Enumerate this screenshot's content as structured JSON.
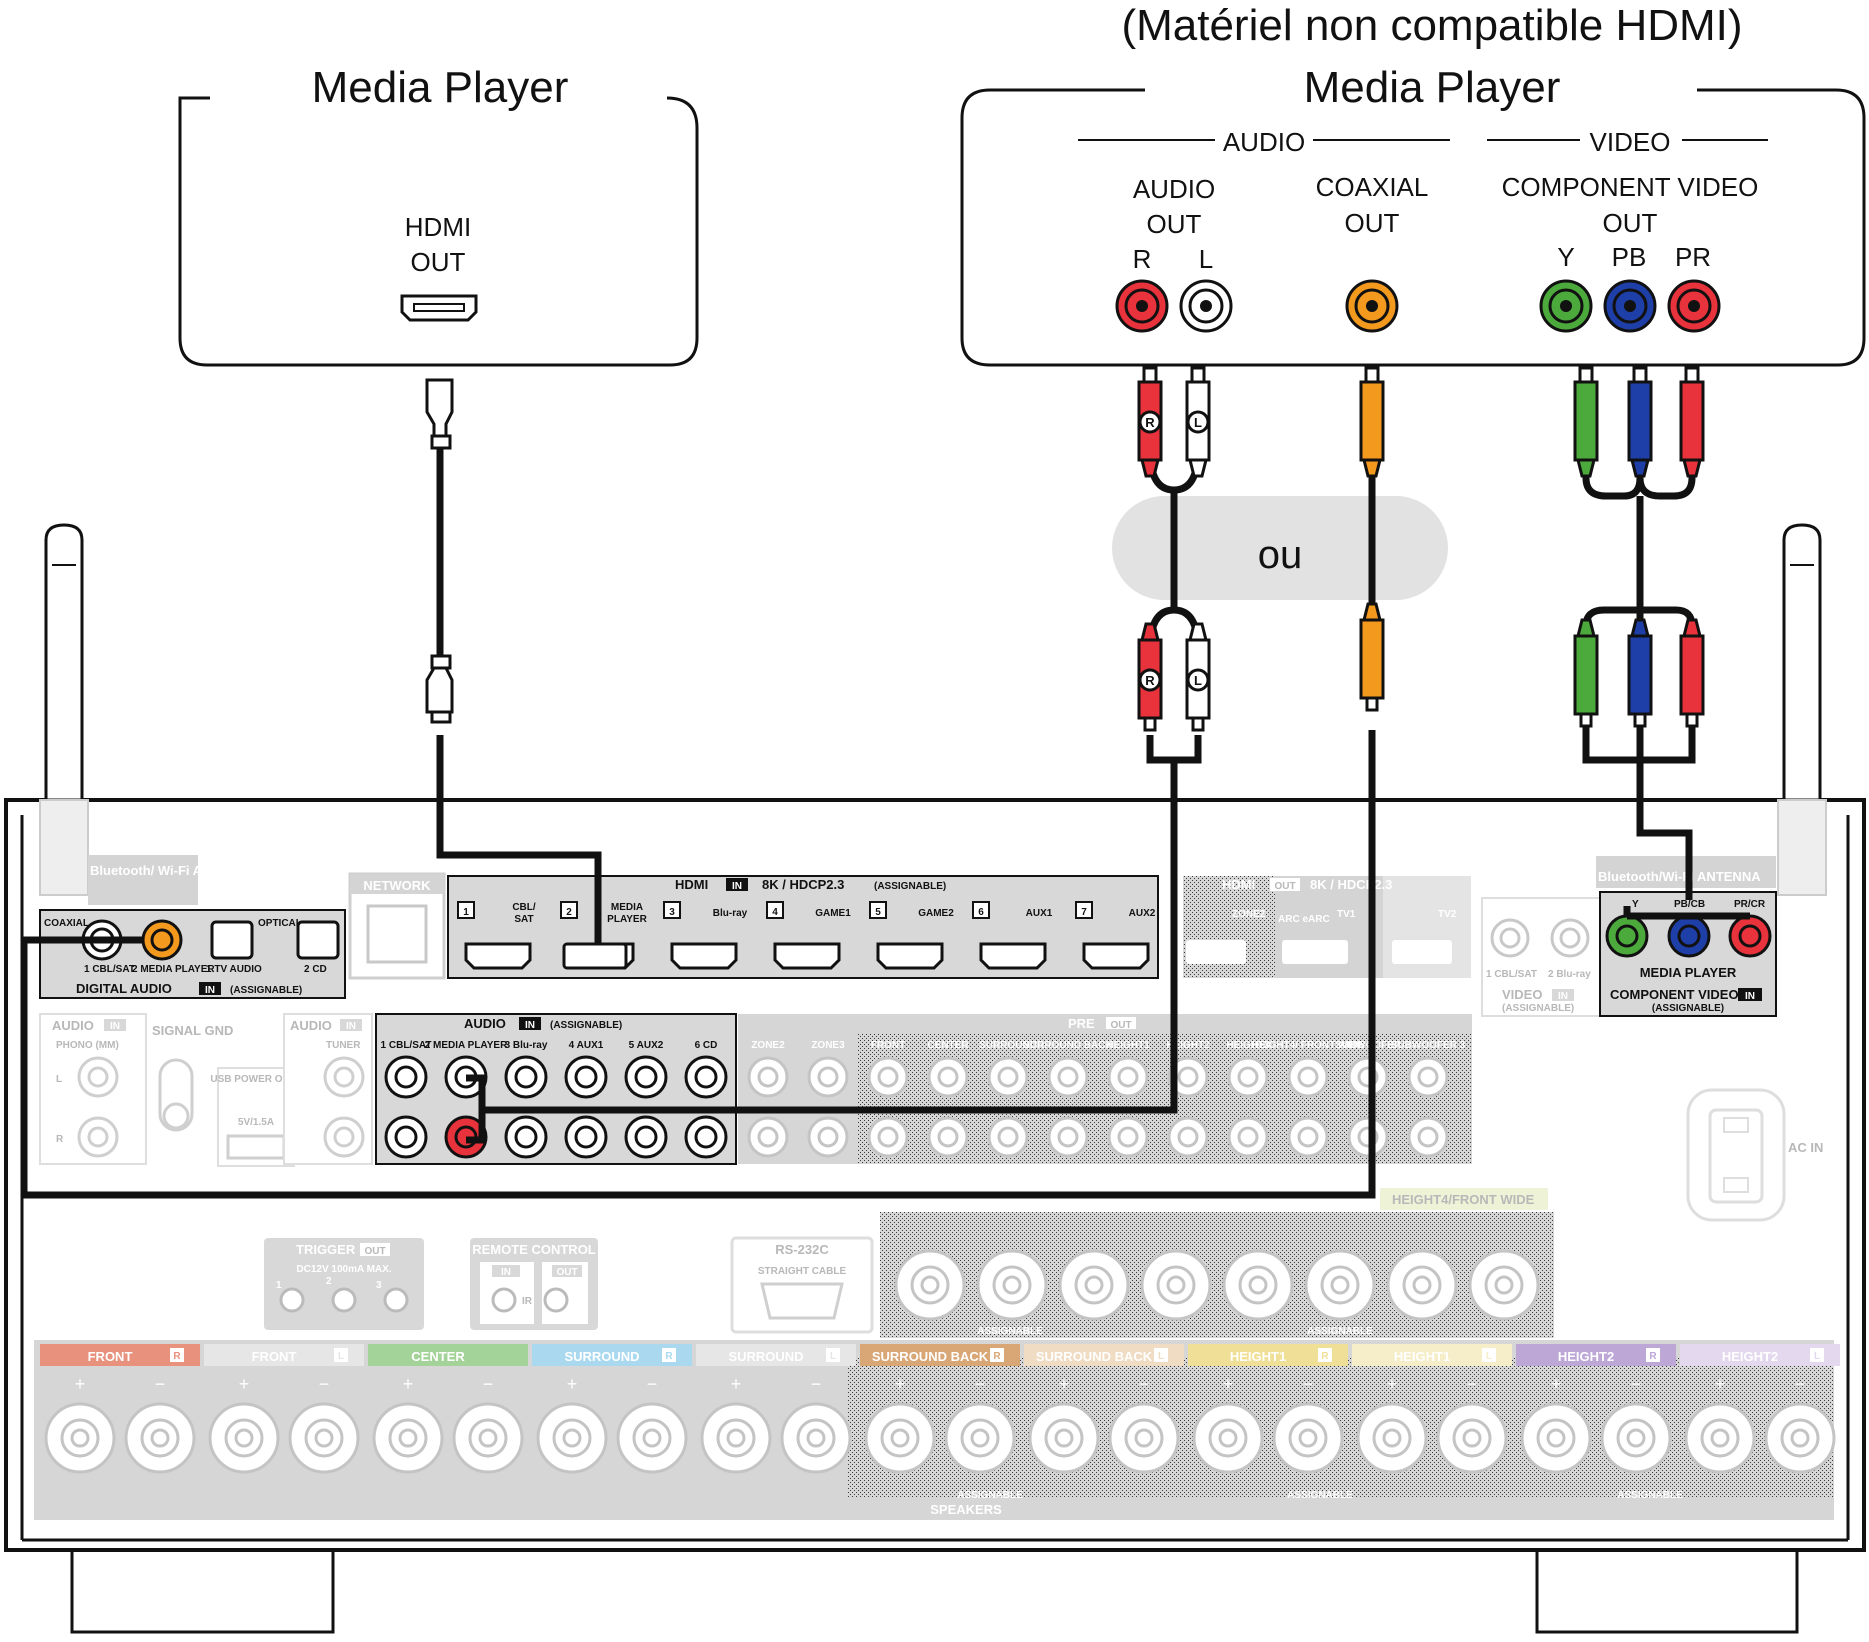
{
  "title_note": "(Matériel non compatible HDMI)",
  "devices": {
    "left": {
      "title": "Media Player",
      "port_line1": "HDMI",
      "port_line2": "OUT"
    },
    "right": {
      "title": "Media Player",
      "audio_group": "AUDIO",
      "video_group": "VIDEO",
      "audio_out_line1": "AUDIO",
      "audio_out_line2": "OUT",
      "ch_r": "R",
      "ch_l": "L",
      "coaxial_line1": "COAXIAL",
      "coaxial_line2": "OUT",
      "component_line1": "COMPONENT VIDEO",
      "component_line2": "OUT",
      "y": "Y",
      "pb": "PB",
      "pr": "PR"
    }
  },
  "or_label": "ou",
  "plug_labels": {
    "r": "R",
    "l": "L"
  },
  "receiver": {
    "bt_antenna_left": "Bluetooth/ Wi-Fi ANTENNA",
    "bt_antenna_right": "Bluetooth/Wi-Fi ANTENNA",
    "network": "NETWORK",
    "digital_audio": {
      "coaxial": "COAXIAL",
      "optical": "OPTICAL",
      "in1": "1 CBL/SAT",
      "in2": "2 MEDIA PLAYER",
      "in3": "1 TV AUDIO",
      "in4": "2 CD",
      "title": "DIGITAL AUDIO",
      "badge": "IN",
      "assign": "(ASSIGNABLE)"
    },
    "hdmi_in": {
      "title": "HDMI",
      "badge": "IN",
      "spec": "8K / HDCP2.3",
      "assign": "(ASSIGNABLE)",
      "ports": [
        {
          "num": "1",
          "label": "CBL/ SAT"
        },
        {
          "num": "2",
          "label": "MEDIA PLAYER"
        },
        {
          "num": "3",
          "label": "Blu-ray"
        },
        {
          "num": "4",
          "label": "GAME1"
        },
        {
          "num": "5",
          "label": "GAME2"
        },
        {
          "num": "6",
          "label": "AUX1"
        },
        {
          "num": "7",
          "label": "AUX2"
        }
      ]
    },
    "hdmi_out": {
      "title": "HDMI",
      "badge": "OUT",
      "spec": "8K / HDCP2.3",
      "zone2": "ZONE2",
      "tv1": "TV1",
      "tv2": "TV2",
      "arc": "ARC eARC"
    },
    "video_in": {
      "in1": "1 CBL/SAT",
      "in2": "2 Blu-ray",
      "title": "VIDEO",
      "badge": "IN",
      "assign": "(ASSIGNABLE)"
    },
    "component_in": {
      "y": "Y",
      "pb": "PB/CB",
      "pr": "PR/CR",
      "name": "MEDIA PLAYER",
      "title": "COMPONENT VIDEO",
      "badge": "IN",
      "assign": "(ASSIGNABLE)"
    },
    "audio_in_phono": {
      "title": "AUDIO",
      "badge": "IN",
      "sub": "PHONO (MM)",
      "l": "L",
      "r": "R"
    },
    "signal_gnd": "SIGNAL GND",
    "usb": "USB POWER ONLY",
    "usb_rating": "5V/1.5A",
    "audio_in_tuner": {
      "title": "AUDIO",
      "badge": "IN",
      "sub": "TUNER"
    },
    "audio_in_main": {
      "title": "AUDIO",
      "badge": "IN",
      "assign": "(ASSIGNABLE)",
      "inputs": [
        "1 CBL/SAT",
        "2 MEDIA PLAYER",
        "3 Blu-ray",
        "4 AUX1",
        "5 AUX2",
        "6 CD"
      ]
    },
    "pre_out": {
      "title": "PRE",
      "badge": "OUT",
      "labels": [
        "ZONE2",
        "ZONE3",
        "FRONT",
        "CENTER",
        "SURROUND",
        "SURROUND BACK",
        "HEIGHT1",
        "HEIGHT2",
        "HEIGHT3",
        "HEIGHT4/ FRONT WIDE",
        "SUBWOOFER",
        "SUBWOOFER 3"
      ]
    },
    "height4_fw": "HEIGHT4/FRONT WIDE",
    "trigger": {
      "title": "TRIGGER",
      "badge": "OUT",
      "rating": "DC12V 100mA MAX.",
      "nums": [
        "1",
        "2",
        "3"
      ]
    },
    "remote": {
      "title": "REMOTE CONTROL",
      "in": "IN",
      "out": "OUT",
      "ir": "IR"
    },
    "rs232": {
      "title": "RS-232C",
      "sub": "STRAIGHT CABLE"
    },
    "ac_in": "AC IN",
    "speakers": {
      "title": "SPEAKERS",
      "assignable": "ASSIGNABLE",
      "groups": [
        {
          "label": "FRONT",
          "ch": "R",
          "color": "#e8927e"
        },
        {
          "label": "FRONT",
          "ch": "L",
          "color": "#e6e6e6"
        },
        {
          "label": "CENTER",
          "ch": "",
          "color": "#a4d39a"
        },
        {
          "label": "SURROUND",
          "ch": "R",
          "color": "#aad9ef"
        },
        {
          "label": "SURROUND",
          "ch": "L",
          "color": "#e6e6e6"
        },
        {
          "label": "SURROUND BACK",
          "ch": "R",
          "color": "#d9a675"
        },
        {
          "label": "SURROUND BACK",
          "ch": "L",
          "color": "#efdcc3"
        },
        {
          "label": "HEIGHT1",
          "ch": "R",
          "color": "#f0e097"
        },
        {
          "label": "HEIGHT1",
          "ch": "L",
          "color": "#f6eec8"
        },
        {
          "label": "HEIGHT2",
          "ch": "R",
          "color": "#bca7d6"
        },
        {
          "label": "HEIGHT2",
          "ch": "L",
          "color": "#e3d8ee"
        }
      ]
    }
  },
  "colors": {
    "red": "#e8323c",
    "white": "#ffffff",
    "orange": "#f39a1e",
    "green": "#4caa3c",
    "blue": "#1f3fa8",
    "cable": "#111111",
    "panel": "#d4d4d4",
    "panel_dark": "#c4c4c4"
  }
}
